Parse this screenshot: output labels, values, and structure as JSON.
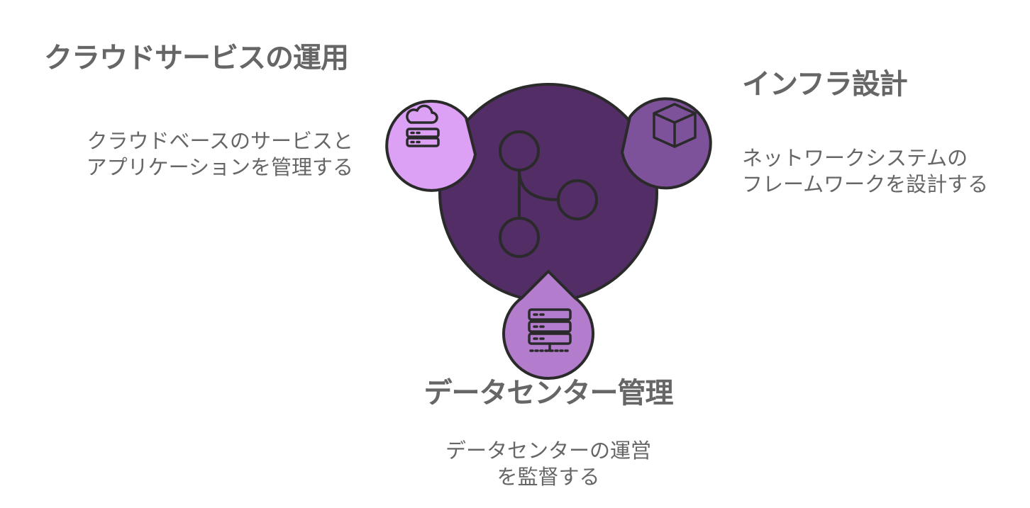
{
  "colors": {
    "center": "#532d66",
    "cloud": "#dca0f5",
    "infra": "#7e529a",
    "datacenter": "#b47ccc",
    "stroke": "#2a2a2a",
    "text": "#666666"
  },
  "sections": {
    "cloud": {
      "title": "クラウドサービスの運用",
      "desc_line1": "クラウドベースのサービスと",
      "desc_line2": "アプリケーションを管理する",
      "icon": "cloud-server-icon"
    },
    "infra": {
      "title": "インフラ設計",
      "desc_line1": "ネットワークシステムの",
      "desc_line2": "フレームワークを設計する",
      "icon": "cube-icon"
    },
    "datacenter": {
      "title": "データセンター管理",
      "desc_line1": "データセンターの運営",
      "desc_line2": "を監督する",
      "icon": "server-rack-icon"
    }
  },
  "center_icon": "git-branch-icon"
}
